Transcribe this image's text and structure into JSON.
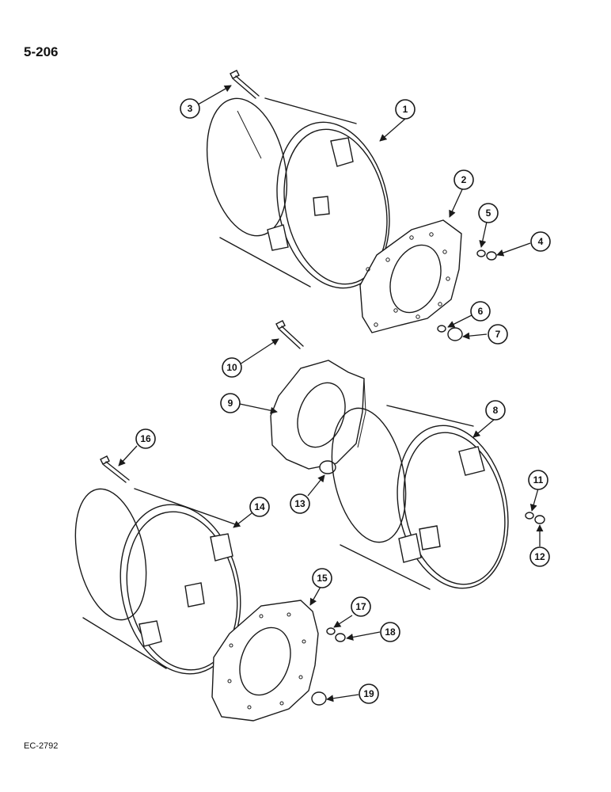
{
  "page": {
    "page_number": "5-206",
    "reference_code": "EC-2792"
  },
  "callouts": [
    "1",
    "2",
    "3",
    "4",
    "5",
    "6",
    "7",
    "8",
    "9",
    "10",
    "11",
    "12",
    "13",
    "14",
    "15",
    "16",
    "17",
    "18",
    "19"
  ],
  "colors": {
    "ink": "#1a1a1a",
    "paper": "#ffffff"
  }
}
